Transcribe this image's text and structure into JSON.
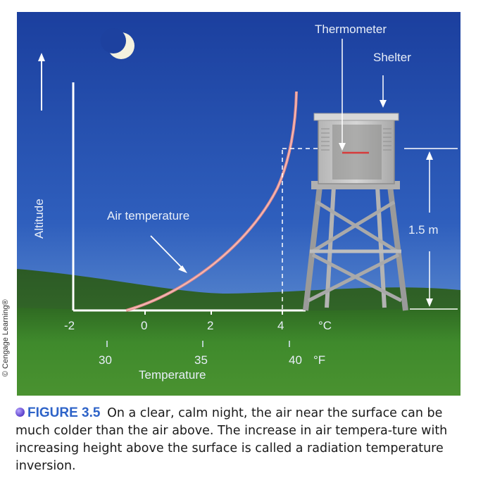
{
  "diagram": {
    "labels": {
      "thermometer": "Thermometer",
      "shelter": "Shelter",
      "altitude": "Altitude",
      "air_temperature": "Air temperature",
      "height": "1.5 m",
      "temperature": "Temperature"
    },
    "celsius_ticks": [
      "-2",
      "0",
      "2",
      "4"
    ],
    "celsius_unit": "°C",
    "fahrenheit_ticks": [
      "30",
      "35",
      "40"
    ],
    "fahrenheit_unit": "°F",
    "colors": {
      "sky_top": "#1f44a8",
      "sky_bottom": "#6f9fd8",
      "grass": "#3d7a2a",
      "curve": "#e89a9a",
      "axis": "#ffffff",
      "shelter": "#c8c8c8"
    }
  },
  "credit": "© Cengage Learning®",
  "caption": {
    "label": "FIGURE 3.5",
    "text": "On a clear, calm night, the air near the surface can be much colder than the air above. The increase in air tempera-ture with increasing height above the surface is called a radiation temperature inversion."
  }
}
